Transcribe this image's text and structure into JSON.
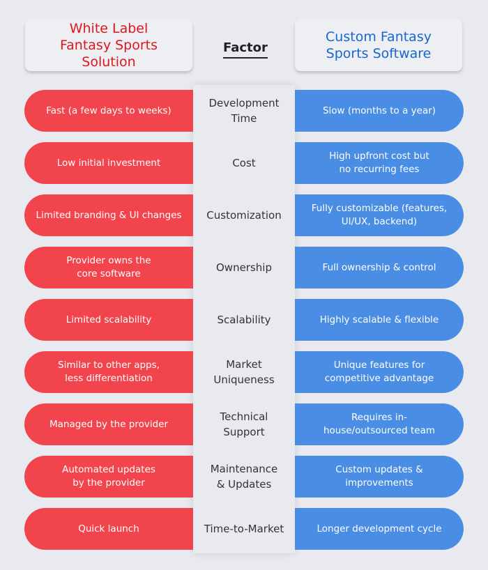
{
  "header": {
    "left": "White Label Fantasy Sports Solution",
    "center": "Factor",
    "right": "Custom Fantasy Sports Software"
  },
  "rows": [
    {
      "factor": "Development Time",
      "white_label": "Fast (a few days to weeks)",
      "custom": "Slow (months to a year)"
    },
    {
      "factor": "Cost",
      "white_label": "Low initial investment",
      "custom": "High upfront cost but no recurring fees"
    },
    {
      "factor": "Customization",
      "white_label": "Limited branding & UI changes",
      "custom": "Fully customizable (features, UI/UX, backend)"
    },
    {
      "factor": "Ownership",
      "white_label": "Provider owns the core software",
      "custom": "Full ownership & control"
    },
    {
      "factor": "Scalability",
      "white_label": "Limited scalability",
      "custom": "Highly scalable & flexible"
    },
    {
      "factor": "Market Uniqueness",
      "white_label": "Similar to other apps, less differentiation",
      "custom": "Unique features for competitive advantage"
    },
    {
      "factor": "Technical Support",
      "white_label": "Managed by the provider",
      "custom": "Requires in-house/outsourced team"
    },
    {
      "factor": "Maintenance & Updates",
      "white_label": "Automated updates by the provider",
      "custom": "Custom updates & improvements"
    },
    {
      "factor": "Time-to-Market",
      "white_label": "Quick launch",
      "custom": "Longer development cycle"
    }
  ],
  "colors": {
    "red": "#f2444c",
    "blue": "#4a8de4",
    "background": "#e8eaf0"
  }
}
